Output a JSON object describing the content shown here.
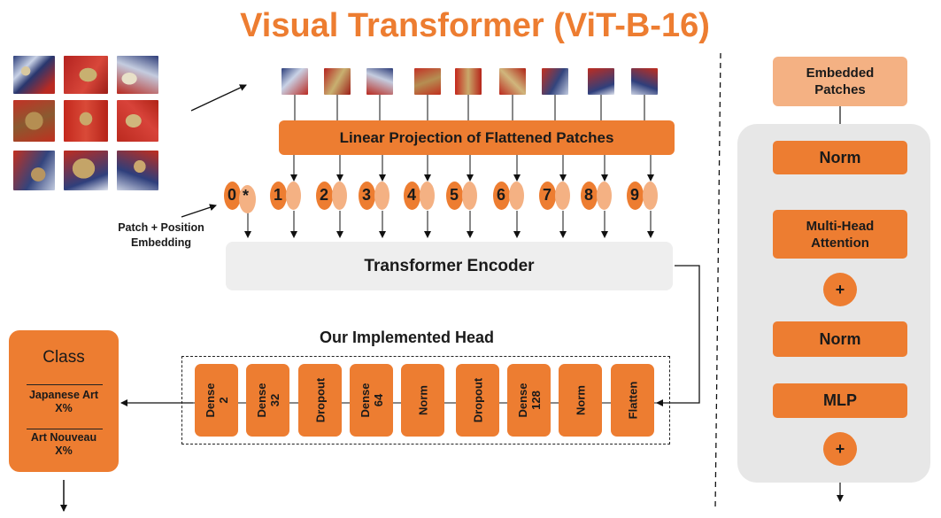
{
  "title": "Visual Transformer (ViT-B-16)",
  "colors": {
    "accent": "#ed7d31",
    "accent_light": "#f4b183",
    "panel": "#e7e7e7",
    "encoder_bg": "#eeeeee"
  },
  "patch_image": "red and blue Japanese dragon painting split into 3x3 patches",
  "linear_projection": "Linear Projection of Flattened Patches",
  "tokens": [
    "0",
    "1",
    "2",
    "3",
    "4",
    "5",
    "6",
    "7",
    "8",
    "9"
  ],
  "class_token_marker": "*",
  "patch_position_label": {
    "line1": "Patch + Position",
    "line2": "Embedding"
  },
  "transformer_encoder": "Transformer Encoder",
  "head": {
    "title": "Our Implemented Head",
    "layers": [
      {
        "line1": "Dense",
        "line2": "2"
      },
      {
        "line1": "Dense",
        "line2": "32"
      },
      {
        "line1": "Dropout",
        "line2": ""
      },
      {
        "line1": "Dense",
        "line2": "64"
      },
      {
        "line1": "Norm",
        "line2": ""
      },
      {
        "line1": "Dropout",
        "line2": ""
      },
      {
        "line1": "Dense",
        "line2": "128"
      },
      {
        "line1": "Norm",
        "line2": ""
      },
      {
        "line1": "Flatten",
        "line2": ""
      }
    ]
  },
  "class_box": {
    "title": "Class",
    "items": [
      {
        "name": "Japanese Art",
        "value": "X%"
      },
      {
        "name": "Art Nouveau",
        "value": "X%"
      }
    ]
  },
  "encoder_block": {
    "input": {
      "line1": "Embedded",
      "line2": "Patches"
    },
    "norm1": "Norm",
    "attention": {
      "line1": "Multi-Head",
      "line2": "Attention"
    },
    "plus1": "+",
    "norm2": "Norm",
    "mlp": "MLP",
    "plus2": "+"
  }
}
